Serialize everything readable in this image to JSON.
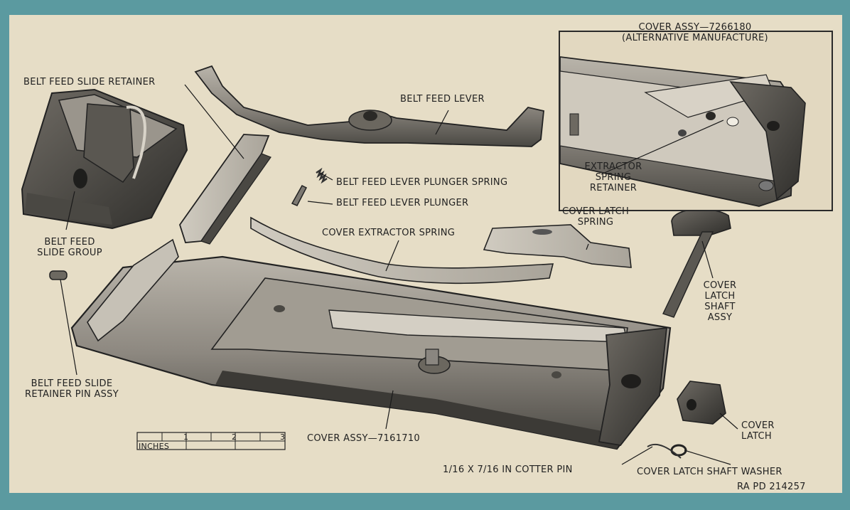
{
  "labels": {
    "belt_feed_slide_retainer": "BELT FEED SLIDE RETAINER",
    "belt_feed_lever": "BELT FEED LEVER",
    "belt_feed_lever_plunger_spring": "BELT FEED LEVER PLUNGER SPRING",
    "belt_feed_lever_plunger": "BELT FEED LEVER PLUNGER",
    "belt_feed_slide_group": "BELT FEED\nSLIDE GROUP",
    "cover_extractor_spring": "COVER EXTRACTOR SPRING",
    "cover_latch_spring": "COVER LATCH\nSPRING",
    "cover_latch_shaft_assy": "COVER\nLATCH\nSHAFT\nASSY",
    "belt_feed_slide_retainer_pin_assy": "BELT FEED SLIDE\nRETAINER PIN ASSY",
    "cover_assy": "COVER ASSY—7161710",
    "cover_latch": "COVER\nLATCH",
    "cotter_pin": "1/16 X 7/16 IN COTTER PIN",
    "cover_latch_shaft_washer": "COVER LATCH SHAFT WASHER",
    "ref_code": "RA PD 214257"
  },
  "inset": {
    "title": "COVER ASSY—7266180\n(ALTERNATIVE MANUFACTURE)",
    "extractor_spring_retainer": "EXTRACTOR\nSPRING\nRETAINER"
  },
  "scale": {
    "unit": "INCHES",
    "ticks": [
      "1",
      "2",
      "3"
    ]
  },
  "colors": {
    "background": "#5b9aa0",
    "paper": "#e6ddc6",
    "ink": "#222222",
    "metal_dark": "#3b3a37",
    "metal_mid": "#8a8680",
    "metal_light": "#c4bfb4"
  }
}
